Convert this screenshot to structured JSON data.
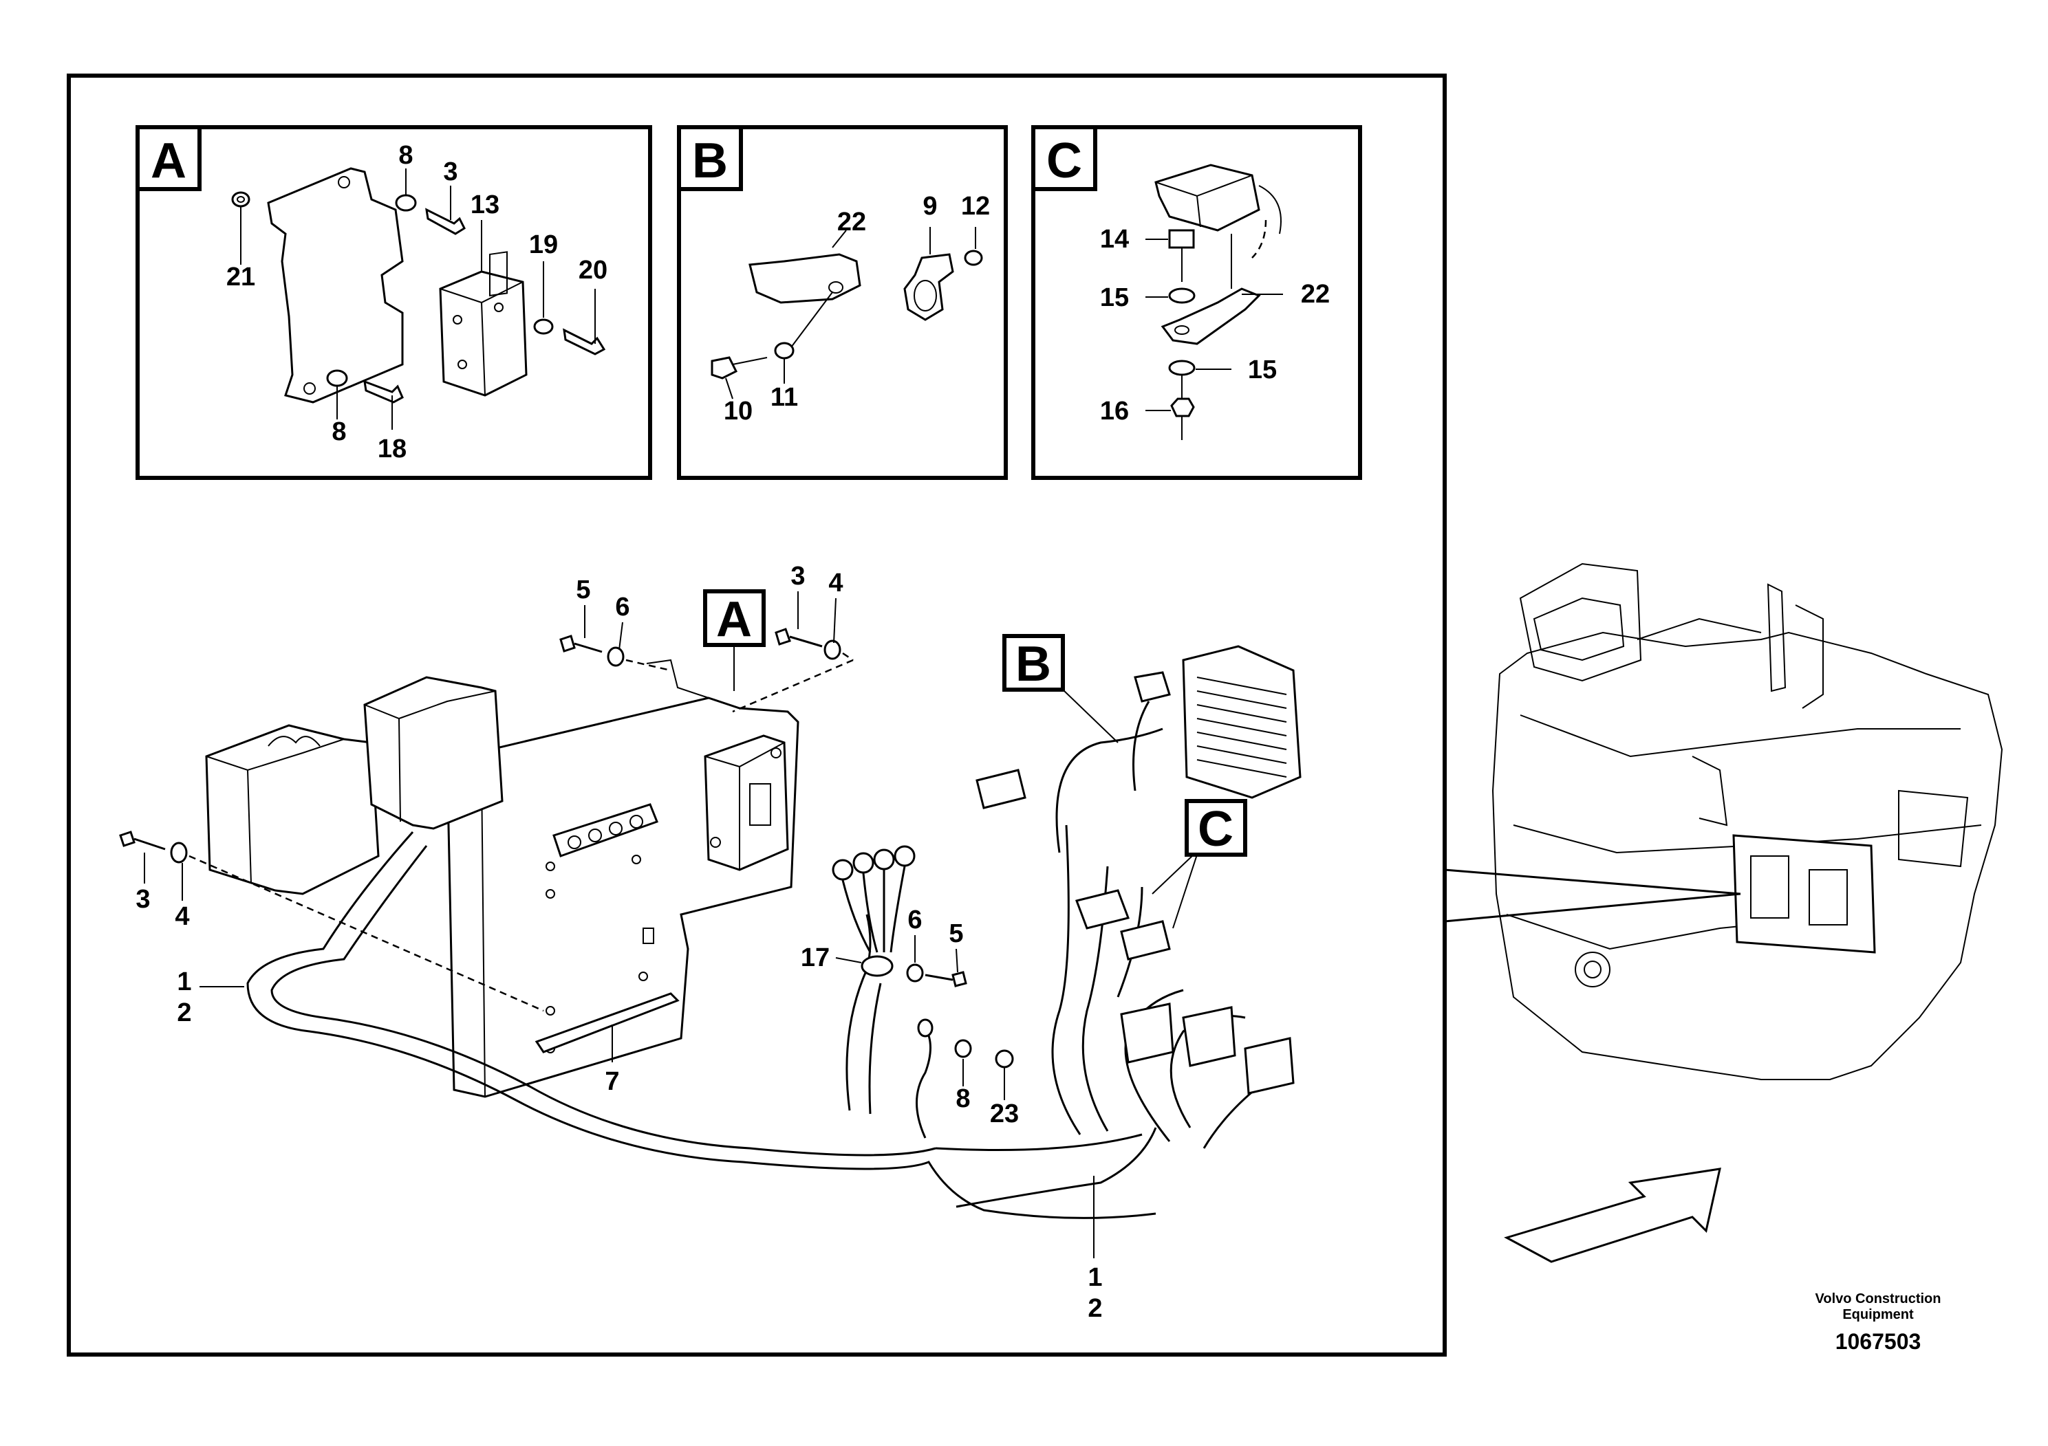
{
  "panels": {
    "a": {
      "letter": "A",
      "callouts": [
        "8",
        "3",
        "13",
        "21",
        "19",
        "20",
        "8",
        "18"
      ]
    },
    "b": {
      "letter": "B",
      "callouts": [
        "22",
        "9",
        "12",
        "10",
        "11"
      ]
    },
    "c": {
      "letter": "C",
      "callouts": [
        "14",
        "15",
        "22",
        "15",
        "16"
      ]
    }
  },
  "main": {
    "boxes": [
      "A",
      "B",
      "C"
    ],
    "callouts": [
      "5",
      "6",
      "3",
      "4",
      "3",
      "4",
      "1",
      "2",
      "7",
      "17",
      "6",
      "5",
      "8",
      "23",
      "1",
      "2"
    ]
  },
  "credit": {
    "line1": "Volvo Construction",
    "line2": "Equipment",
    "part_number": "1067503"
  }
}
